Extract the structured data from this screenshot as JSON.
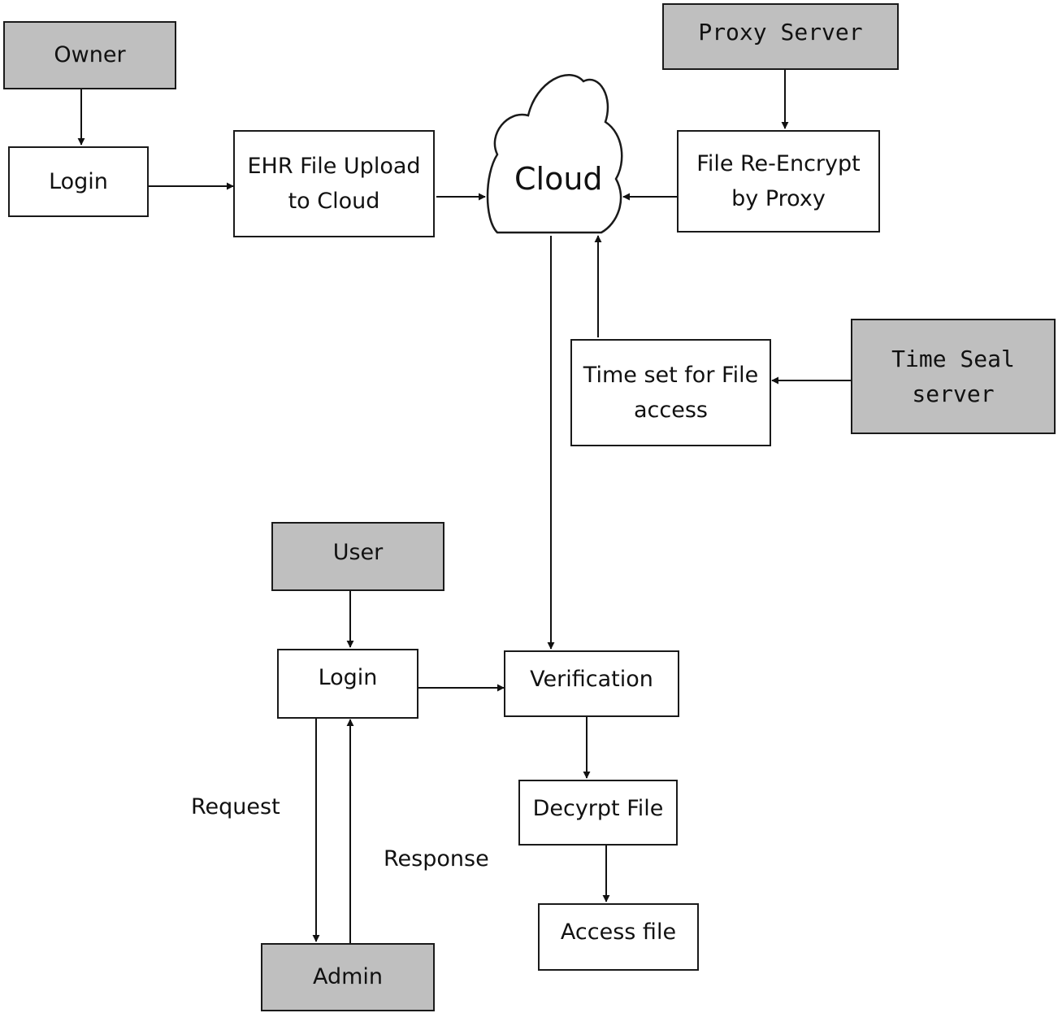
{
  "nodes": {
    "owner": "Owner",
    "owner_login": "Login",
    "ehr_upload": "EHR File Upload\nto Cloud",
    "cloud": "Cloud",
    "proxy_server": "Proxy Server",
    "re_encrypt": "File Re-Encrypt\nby Proxy",
    "time_seal": "Time Seal\nserver",
    "time_set": "Time set for File\naccess",
    "user": "User",
    "user_login": "Login",
    "verification": "Verification",
    "decrypt": "Decyrpt File",
    "access": "Access file",
    "admin": "Admin"
  },
  "edge_labels": {
    "request": "Request",
    "response": "Response"
  },
  "colors": {
    "actor_fill": "#bfbfbf",
    "process_fill": "#ffffff",
    "stroke": "#1a1a1a"
  }
}
